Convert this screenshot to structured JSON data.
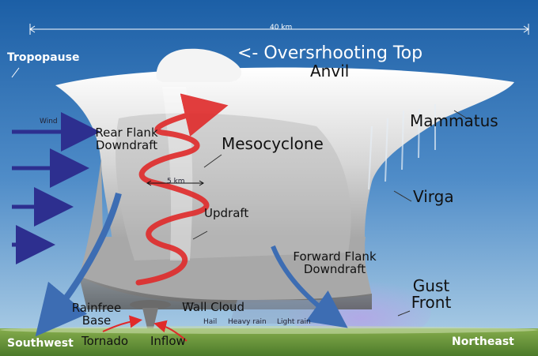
{
  "labels": {
    "scale_top": "40 km",
    "tropopause": "Tropopause",
    "overshooting_top": "<- Oversrhooting Top",
    "anvil": "Anvil",
    "mammatus": "Mammatus",
    "wind": "Wind",
    "rear_flank_downdraft_l1": "Rear Flank",
    "rear_flank_downdraft_l2": "Downdraft",
    "mesocyclone": "Mesocyclone",
    "scale_5km": "5 km",
    "virga": "Virga",
    "updraft": "Updraft",
    "forward_flank_downdraft_l1": "Forward Flank",
    "forward_flank_downdraft_l2": "Downdraft",
    "gust_front_l1": "Gust",
    "gust_front_l2": "Front",
    "rainfree_base_l1": "Rainfree",
    "rainfree_base_l2": "Base",
    "wall_cloud": "Wall Cloud",
    "hail": "Hail",
    "heavy_rain": "Heavy rain",
    "light_rain": "Light rain",
    "tornado": "Tornado",
    "inflow": "Inflow",
    "southwest": "Southwest",
    "northeast": "Northeast"
  },
  "colors": {
    "sky_top": "#1c5fa6",
    "sky_bottom": "#a9cce4",
    "ground": "#6f9a3c",
    "wind_arrow": "#2d2f8f",
    "updraft_spiral": "#e02a2a",
    "downdraft_arrow": "#3d6db3",
    "gust_front": "#9d8fd6"
  }
}
